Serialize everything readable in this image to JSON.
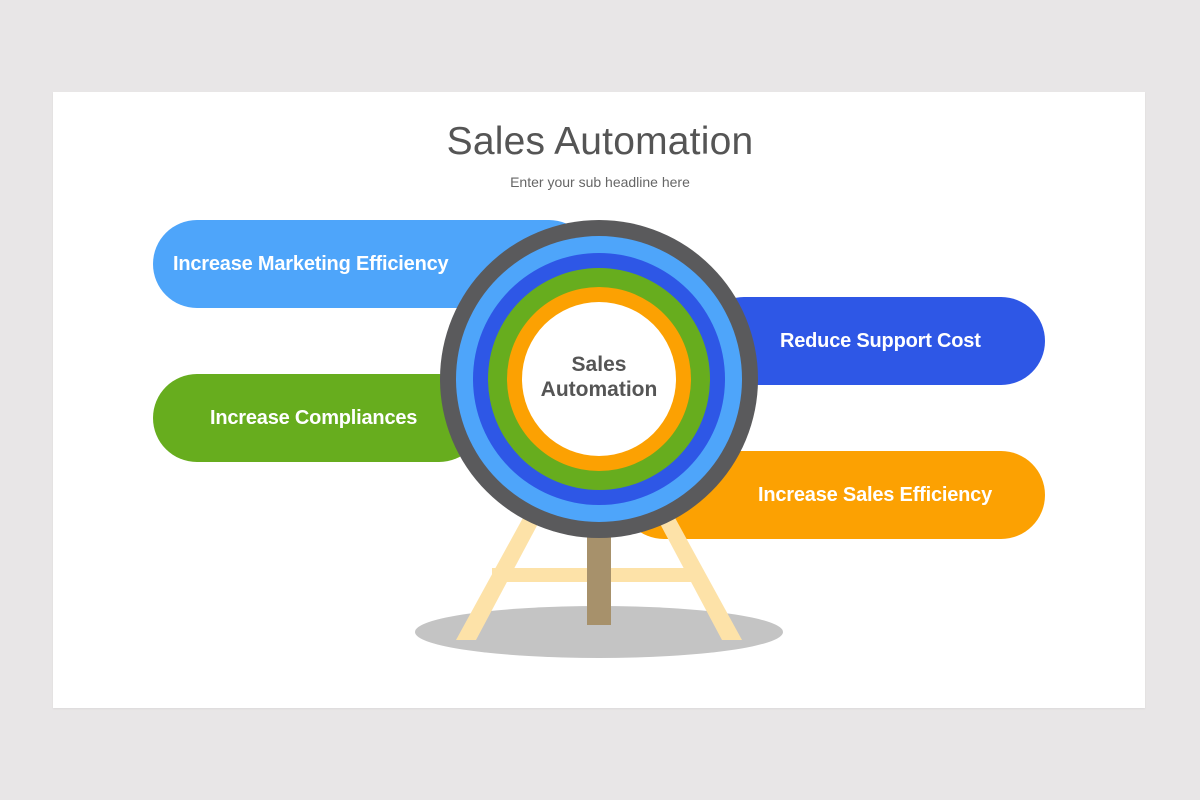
{
  "slide": {
    "title": "Sales Automation",
    "subtitle": "Enter your sub headline here"
  },
  "pills": {
    "marketing": "Increase Marketing Efficiency",
    "compliance": "Increase Compliances",
    "support": "Reduce Support Cost",
    "sales": "Increase Sales Efficiency"
  },
  "center": {
    "line1": "Sales",
    "line2": "Automation"
  },
  "colors": {
    "light_blue": "#4ea5fa",
    "green": "#67ad1e",
    "dark_blue": "#2e57e6",
    "orange": "#fca102",
    "ring_outer": "#5a5a5c",
    "easel_leg": "#fde2a8",
    "easel_post": "#a7916b",
    "shadow": "#c4c4c4"
  }
}
